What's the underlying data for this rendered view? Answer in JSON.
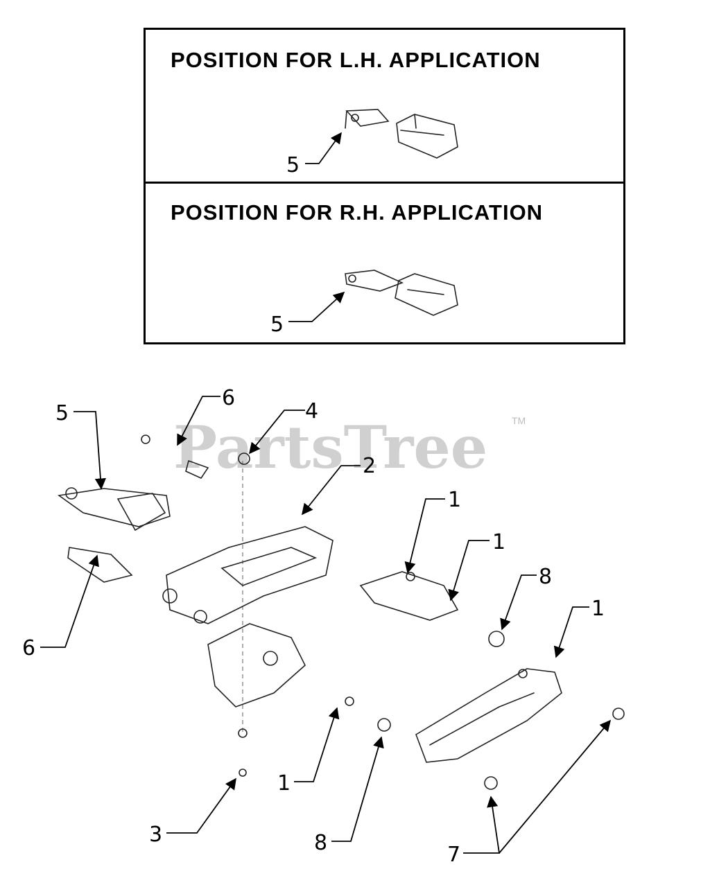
{
  "insets": [
    {
      "title": "POSITION FOR L.H. APPLICATION",
      "callout": "5"
    },
    {
      "title": "POSITION FOR R.H. APPLICATION",
      "callout": "5"
    }
  ],
  "watermark": {
    "text": "PartsTree",
    "mark": "TM"
  },
  "callouts": [
    "5",
    "6",
    "4",
    "2",
    "1",
    "1",
    "8",
    "1",
    "6",
    "1",
    "8",
    "3",
    "7"
  ],
  "colors": {
    "ink": "#000000",
    "watermark": "#c8c8c8"
  }
}
